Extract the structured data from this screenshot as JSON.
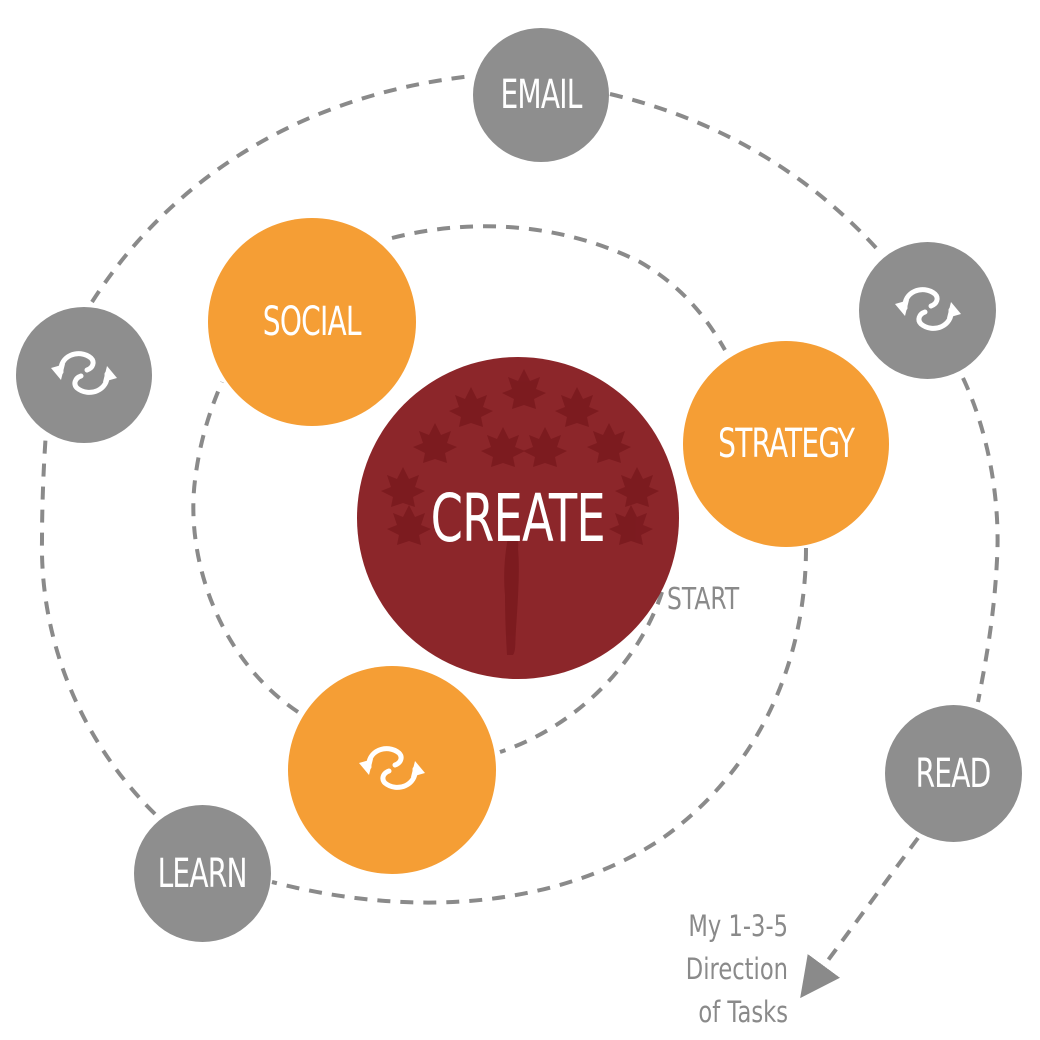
{
  "diagram": {
    "title": "My 1-3-5 Direction of Tasks",
    "center": {
      "label": "CREATE",
      "color": "#8c262a"
    },
    "start_label": "START",
    "inner_ring": [
      {
        "label": "SOCIAL",
        "type": "text",
        "color": "#f59e35"
      },
      {
        "label": "STRATEGY",
        "type": "text",
        "color": "#f59e35"
      },
      {
        "label": "",
        "type": "icon",
        "icon": "refresh-icon",
        "color": "#f59e35"
      }
    ],
    "outer_ring": [
      {
        "label": "EMAIL",
        "type": "text",
        "color": "#8e8e8e"
      },
      {
        "label": "",
        "type": "icon",
        "icon": "refresh-icon",
        "color": "#8e8e8e"
      },
      {
        "label": "READ",
        "type": "text",
        "color": "#8e8e8e"
      },
      {
        "label": "LEARN",
        "type": "text",
        "color": "#8e8e8e"
      },
      {
        "label": "",
        "type": "icon",
        "icon": "refresh-icon",
        "color": "#8e8e8e"
      }
    ],
    "direction_note": [
      "My 1-3-5",
      "Direction",
      "of Tasks"
    ],
    "colors": {
      "dash": "#8a8a8a",
      "gray": "#8e8e8e",
      "orange": "#f59e35",
      "red": "#8c262a"
    }
  }
}
